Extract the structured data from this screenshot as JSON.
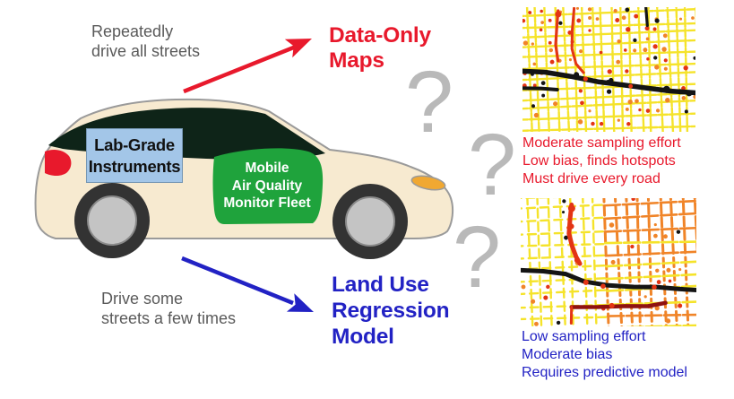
{
  "diagram": {
    "top_note": {
      "lines": [
        "Repeatedly",
        "drive all streets"
      ]
    },
    "bottom_note": {
      "lines": [
        "Drive some",
        "streets a few times"
      ]
    },
    "red_title": {
      "lines": [
        "Data-Only",
        "Maps"
      ]
    },
    "blue_title": {
      "lines": [
        "Land Use",
        "Regression",
        "Model"
      ]
    },
    "car": {
      "instrument_label": {
        "lines": [
          "Lab-Grade",
          "Instruments"
        ]
      },
      "fleet_label": {
        "lines": [
          "Mobile",
          "Air Quality",
          "Monitor Fleet"
        ]
      }
    },
    "question_marks": [
      "?",
      "?",
      "?"
    ],
    "top_map_caption": {
      "lines": [
        "Moderate sampling effort",
        "Low bias, finds hotspots",
        "Must drive every road"
      ]
    },
    "bottom_map_caption": {
      "lines": [
        "Low sampling effort",
        "Moderate bias",
        "Requires predictive model"
      ]
    },
    "colors": {
      "red": "#e8192c",
      "blue": "#2222c4",
      "gray_text": "#5a5a5a",
      "question_gray": "#b9b9b9",
      "car_body": "#f7ead0",
      "car_outline": "#9a9a9a",
      "window": "#0e2418",
      "door_green": "#1fa33c",
      "label_blue_bg": "#a3c6e8",
      "wheel_dark": "#333333",
      "wheel_hub": "#c4c4c4",
      "tail_red": "#e8192c",
      "headlight_amber": "#f0a832",
      "map_yellow": "#f5e32a",
      "map_orange": "#f08428",
      "map_red": "#e33414",
      "map_dark_red": "#8f1210",
      "map_black": "#141414"
    }
  }
}
